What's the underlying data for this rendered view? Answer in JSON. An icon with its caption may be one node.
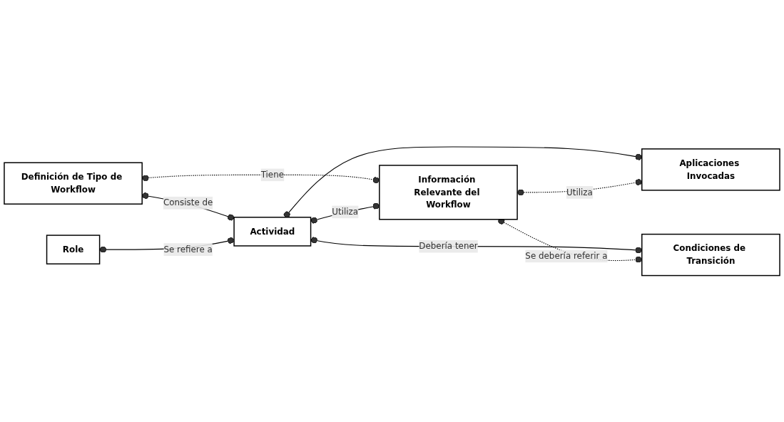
{
  "diagram": {
    "nodes": [
      {
        "text": [
          "Definición de Tipo de Workflow"
        ]
      },
      {
        "text": [
          "Role"
        ]
      },
      {
        "text": [
          "Actividad"
        ]
      },
      {
        "text": [
          "Información Relevante del Workflow"
        ]
      },
      {
        "text": [
          "Aplicaciones Invocadas"
        ]
      },
      {
        "text": [
          "Condiciones de Transición"
        ]
      }
    ],
    "edges": [
      {
        "from": 0,
        "to": 2,
        "arrow": "other",
        "label": "Consiste de"
      },
      {
        "from": 0,
        "to": 3,
        "arrow": "other",
        "label": "Tiene",
        "style": "dashed"
      },
      {
        "from": 1,
        "to": 2,
        "arrow": "other",
        "label": "Se refiere a"
      },
      {
        "from": 2,
        "to": 3,
        "arrow": "other",
        "label": "Utiliza"
      },
      {
        "from": 2,
        "to": 4,
        "arrow": "other"
      },
      {
        "from": 3,
        "to": 4,
        "arrow": "other",
        "label": "Utiliza",
        "style": "dashed"
      },
      {
        "from": 2,
        "to": 5,
        "arrow": "other",
        "label": "Debería tener"
      },
      {
        "from": 3,
        "to": 5,
        "arrow": "other",
        "label": "Se debería referir a",
        "style": "dashed"
      }
    ]
  }
}
